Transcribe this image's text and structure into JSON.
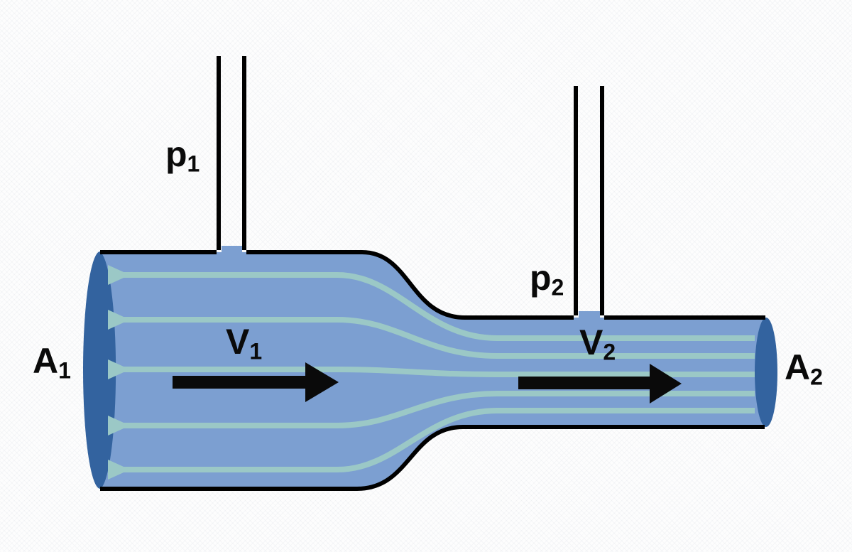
{
  "labels": {
    "p1": {
      "base": "p",
      "sub": "1"
    },
    "p2": {
      "base": "p",
      "sub": "2"
    },
    "v1": {
      "base": "V",
      "sub": "1"
    },
    "v2": {
      "base": "V",
      "sub": "2"
    },
    "a1": {
      "base": "A",
      "sub": "1"
    },
    "a2": {
      "base": "A",
      "sub": "2"
    }
  },
  "icons": {
    "flow_arrow_v1": "right-arrow",
    "flow_arrow_v2": "right-arrow",
    "streamline_arrowhead": "right-triangle"
  },
  "colors": {
    "fluid": "#7c9fd1",
    "pipe_end_cap": "#33639f",
    "streamline": "#9bc8c6",
    "outline": "#000000",
    "arrow": "#0a0a0a",
    "background": "#fdfdfd"
  }
}
